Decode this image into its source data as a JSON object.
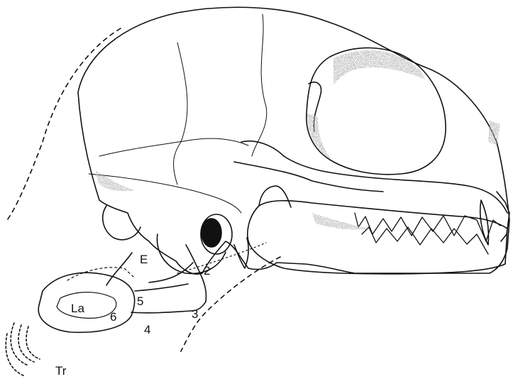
{
  "figure": {
    "labels": {
      "E": "E",
      "La": "La",
      "Tr": "Tr",
      "n2": "2",
      "n3": "3",
      "n4": "4",
      "n5": "5",
      "n6": "6"
    }
  },
  "colors": {
    "ink": "#111111",
    "shade": "#222222",
    "paper": "#ffffff"
  }
}
